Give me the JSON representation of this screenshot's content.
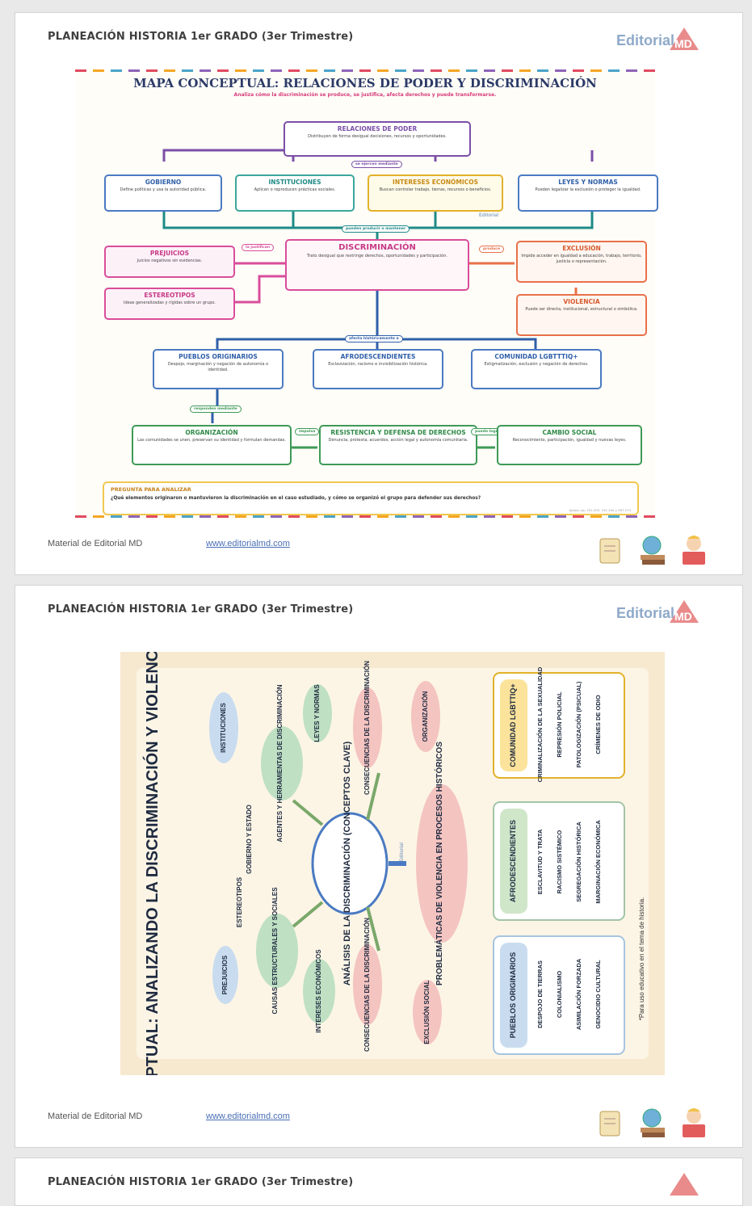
{
  "header": {
    "title": "PLANEACIÓN HISTORIA 1er GRADO (3er Trimestre)",
    "logo_text": "Editorial",
    "logo_mark": "MD"
  },
  "footer": {
    "material": "Material de Editorial MD",
    "url": "www.editorialmd.com",
    "icons": [
      "scroll-icon",
      "globe-books-icon",
      "reader-child-icon"
    ]
  },
  "map1": {
    "title": "MAPA CONCEPTUAL: RELACIONES DE PODER Y DISCRIMINACIÓN",
    "subtitle": "Analiza cómo la discriminación se produce, se justifica, afecta derechos y puede transformarse.",
    "root": {
      "t": "RELACIONES DE PODER",
      "d": "Distribuyen de forma desigual decisiones, recursos y oportunidades."
    },
    "link_ejercen": "se ejercen mediante",
    "gobierno": {
      "t": "GOBIERNO",
      "d": "Define políticas y usa la autoridad pública."
    },
    "instituciones": {
      "t": "INSTITUCIONES",
      "d": "Aplican o reproducen prácticas sociales."
    },
    "intereses": {
      "t": "INTERESES ECONÓMICOS",
      "d": "Buscan controlar trabajo, tierras, recursos o beneficios."
    },
    "leyes": {
      "t": "LEYES Y NORMAS",
      "d": "Pueden legalizar la exclusión o proteger la igualdad."
    },
    "watermark": "Editorial",
    "link_pueden": "pueden producir o mantener",
    "prejuicios": {
      "t": "PREJUICIOS",
      "d": "Juicios negativos sin evidencias."
    },
    "estereotipos": {
      "t": "ESTEREOTIPOS",
      "d": "Ideas generalizadas y rígidas sobre un grupo."
    },
    "link_justifican": "la justifican",
    "discriminacion": {
      "t": "DISCRIMINACIÓN",
      "d": "Trato desigual que restringe derechos, oportunidades y participación."
    },
    "link_produce": "produce",
    "exclusion": {
      "t": "EXCLUSIÓN",
      "d": "Impide acceder en igualdad a educación, trabajo, territorio, justicia o representación."
    },
    "violencia": {
      "t": "VIOLENCIA",
      "d": "Puede ser directa, institucional, estructural o simbólica."
    },
    "link_afecta": "afecta históricamente a",
    "pueblos": {
      "t": "PUEBLOS ORIGINARIOS",
      "d": "Despojo, marginación y negación de autonomía o identidad."
    },
    "afro": {
      "t": "AFRODESCENDIENTES",
      "d": "Esclavización, racismo e invisibilización histórica."
    },
    "lgbt": {
      "t": "COMUNIDAD LGBTTTIQ+",
      "d": "Estigmatización, exclusión y negación de derechos."
    },
    "link_responden": "responden mediante",
    "organizacion": {
      "t": "ORGANIZACIÓN",
      "d": "Las comunidades se unen, preservan su identidad y formulan demandas."
    },
    "link_impulsa": "impulsa",
    "resistencia": {
      "t": "RESISTENCIA Y DEFENSA DE DERECHOS",
      "d": "Denuncia, protesta, acuerdos, acción legal y autonomía comunitaria."
    },
    "link_lograr": "puede lograr",
    "cambio": {
      "t": "CAMBIO SOCIAL",
      "d": "Reconocimiento, participación, igualdad y nuevas leyes."
    },
    "question": {
      "title": "PREGUNTA PARA ANALIZAR",
      "text": "¿Qué elementos originaron o mantuvieron la discriminación en el caso estudiado, y cómo se organizó el grupo para defender sus derechos?",
      "support": "Apoyo: pp. 201-205, 241-244 y 267-274"
    }
  },
  "map2": {
    "title": "MAPA CONCEPTUAL: ANALIZANDO LA DISCRIMINACIÓN Y VIOLENCIA HISTÓRICA",
    "center": "ANÁLISIS DE LA DISCRIMINACIÓN (CONCEPTOS CLAVE)",
    "watermark": "Editorial",
    "agentes": "AGENTES Y HERRAMIENTAS DE DISCRIMINACIÓN",
    "instituciones": "INSTITUCIONES",
    "gobierno": "GOBIERNO Y ESTADO",
    "leyes": "LEYES Y NORMAS",
    "causas": "CAUSAS ESTRUCTURALES Y SOCIALES",
    "estereotipos": "ESTEREOTIPOS",
    "prejuicios": "PREJUICIOS",
    "intereses": "INTERESES ECONÓMICOS",
    "consec1": "CONSECUENCIAS DE LA DISCRIMINACIÓN",
    "organizacion": "ORGANIZACIÓN",
    "consec2": "CONSECUENCIAS DE LA DISCRIMINACIÓN",
    "exclusion": "EXCLUSIÓN SOCIAL",
    "problematicas": "PROBLEMÁTICAS DE VIOLENCIA EN PROCESOS HISTÓRICOS",
    "lgbt": {
      "t": "COMUNIDAD LGBTTIQ+",
      "items": [
        "CRIMINALIZACIÓN DE LA SEXUALIDAD",
        "REPRESIÓN POLICIAL",
        "PATOLOGIZACIÓN (PSICUAL)",
        "CRÍMENES DE ODIO"
      ]
    },
    "afro": {
      "t": "AFRODESCENDIENTES",
      "items": [
        "ESCLAVITUD Y TRATA",
        "RACISMO SISTÉMICO",
        "SEGREGACIÓN HISTÓRICA",
        "MARGINACIÓN ECONÓMICA"
      ]
    },
    "pueblos": {
      "t": "PUEBLOS ORIGINARIOS",
      "items": [
        "DESPOJO DE TIERRAS",
        "COLONIALISMO",
        "ASIMILACIÓN FORZADA",
        "GENOCIDIO CULTURAL"
      ]
    },
    "note": "*Para uso educativo en el tema de historia."
  },
  "colors": {
    "purple": "#8e63b8",
    "blue": "#4a7ac2",
    "teal": "#3aa79b",
    "gold": "#e2b12a",
    "pink": "#d94d9a",
    "orange": "#e8714a",
    "red": "#d9534f",
    "green": "#3e9a57",
    "navy": "#2b3a67"
  }
}
